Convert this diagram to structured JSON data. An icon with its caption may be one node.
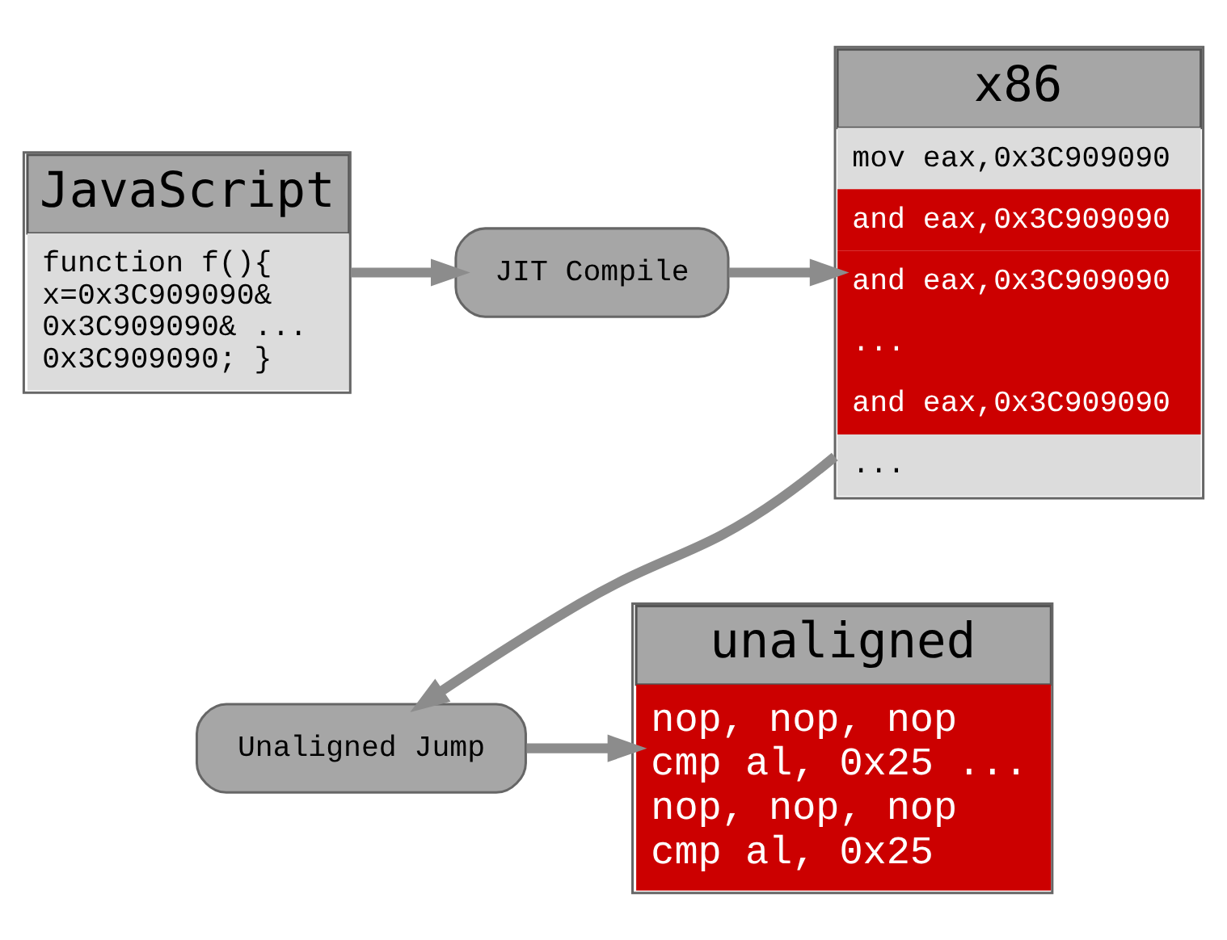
{
  "diagram": {
    "nodes": [
      {
        "text": [
          "JavaScript",
          "function f(){ x=0x3C909090& 0x3C909090& ... 0x3C909090; }"
        ]
      },
      {
        "text": [
          "JIT Compile"
        ]
      },
      {
        "text": [
          "x86",
          "mov eax,0x3C909090",
          "and eax,0x3C909090",
          "and eax,0x3C909090",
          "...",
          "and eax,0x3C909090",
          "..."
        ]
      },
      {
        "text": [
          "Unaligned Jump"
        ]
      },
      {
        "text": [
          "unaligned",
          "nop, nop, nop cmp al, 0x25 ... nop, nop, nop cmp al, 0x25"
        ]
      }
    ],
    "edges": [
      {
        "from": 0,
        "to": 1,
        "arrow": "to"
      },
      {
        "from": 1,
        "to": 2,
        "arrow": "to"
      },
      {
        "from": 2,
        "to": 3,
        "arrow": "to"
      },
      {
        "from": 3,
        "to": 4,
        "arrow": "to"
      }
    ]
  }
}
